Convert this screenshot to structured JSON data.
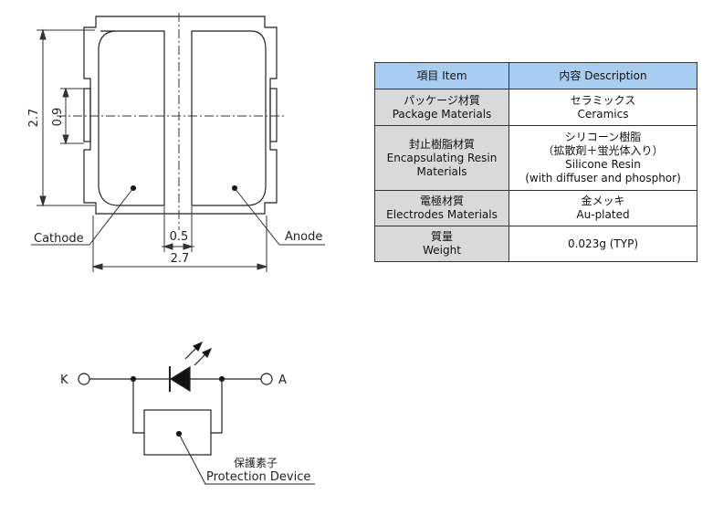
{
  "outline": {
    "dim_height": "2.7",
    "dim_pad_height": "0.9",
    "dim_gap": "0.5",
    "dim_width": "2.7",
    "label_cathode": "Cathode",
    "label_anode": "Anode"
  },
  "table": {
    "header_item": "項目 Item",
    "header_description": "内容 Description",
    "rows": [
      {
        "item": [
          "パッケージ材質",
          "Package Materials"
        ],
        "desc": [
          "セラミックス",
          "Ceramics"
        ]
      },
      {
        "item": [
          "封止樹脂材質",
          "Encapsulating Resin",
          "Materials"
        ],
        "desc": [
          "シリコーン樹脂",
          "（拡散剤＋蛍光体入り）",
          "Silicone Resin",
          "(with diffuser and phosphor)"
        ]
      },
      {
        "item": [
          "電極材質",
          "Electrodes Materials"
        ],
        "desc": [
          "金メッキ",
          "Au-plated"
        ]
      },
      {
        "item": [
          "質量",
          "Weight"
        ],
        "desc": [
          "0.023g (TYP)"
        ]
      }
    ]
  },
  "circuit": {
    "terminal_k": "K",
    "terminal_a": "A",
    "protection_jp": "保護素子",
    "protection_en": "Protection Device"
  }
}
